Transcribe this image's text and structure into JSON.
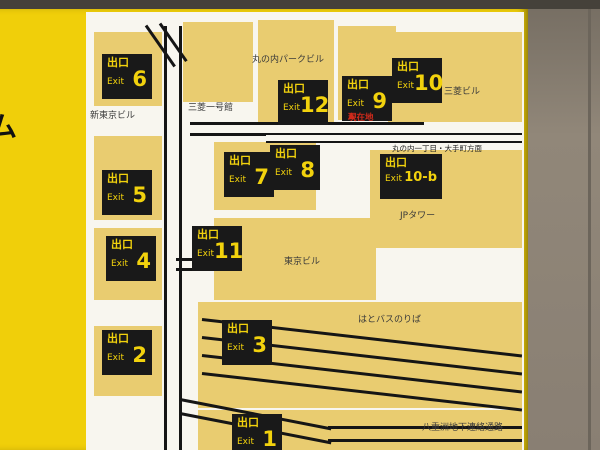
{
  "colors": {
    "sign_yellow": "#f0cf0a",
    "map_bg": "#f8f6ef",
    "building_tan": "#e9cc70",
    "exit_box_bg": "#191919",
    "exit_text_yellow": "#f2d20d",
    "wall_brown": "#8b8176",
    "red_marker": "#cf2a1b"
  },
  "sign": {
    "left_partial_char": "ム"
  },
  "map": {
    "exit_word_jp": "出口",
    "exit_word_en": "Exit",
    "exits": [
      {
        "number": "6"
      },
      {
        "number": "12"
      },
      {
        "number": "9"
      },
      {
        "number": "10"
      },
      {
        "number": "5"
      },
      {
        "number": "7"
      },
      {
        "number": "8"
      },
      {
        "number": "10-b"
      },
      {
        "number": "11"
      },
      {
        "number": "4"
      },
      {
        "number": "3"
      },
      {
        "number": "2"
      },
      {
        "number": "1"
      }
    ],
    "buildings": {
      "marunouchi_park": "丸の内パークビル",
      "mitsubishi_ichigokan": "三菱一号館",
      "shin_tokyo": "新東京ビル",
      "mitsubishi": "三菱ビル",
      "jp_tower": "JPタワー",
      "tokyo": "東京ビル"
    },
    "labels": {
      "hato_bus": "はとバスのりば",
      "yaesu_passage": "八重洲地下連絡通路",
      "direction": "丸の内一丁目・大手町方面",
      "current_location": "現在地",
      "current_location_marker": "▲"
    }
  }
}
